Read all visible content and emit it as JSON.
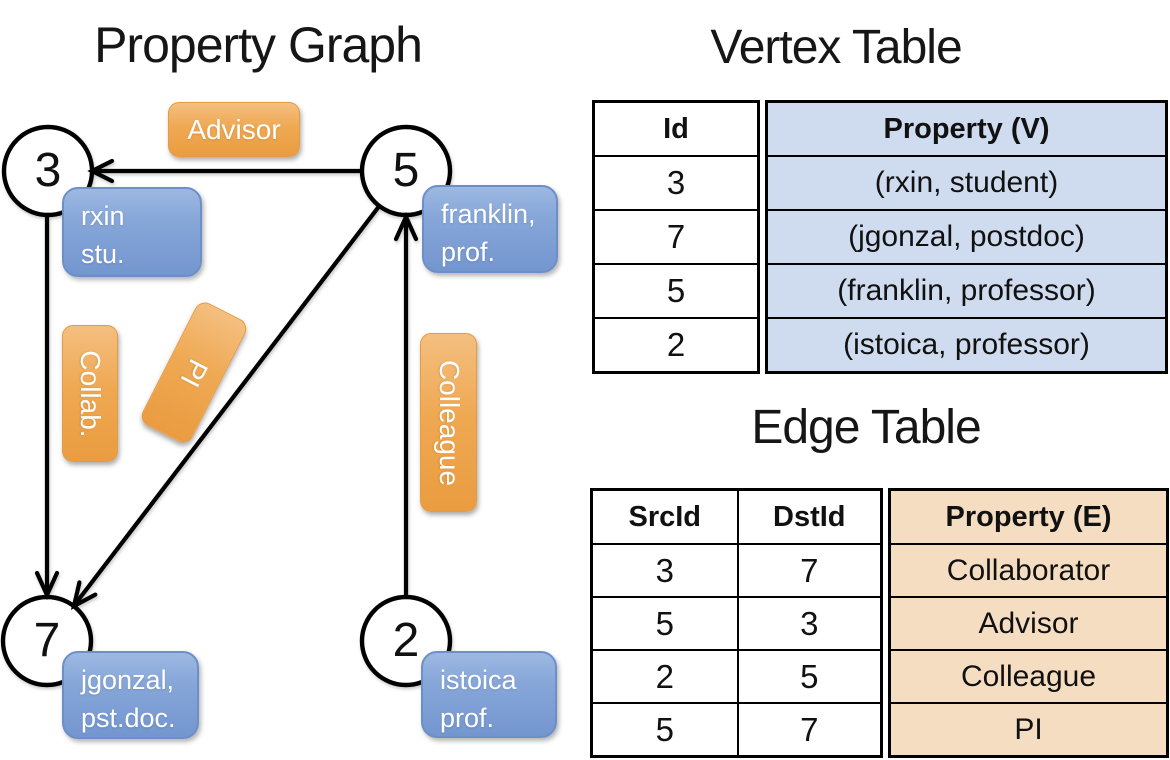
{
  "graph": {
    "title": "Property Graph",
    "nodes": [
      {
        "id": "3",
        "prop_line1": "rxin",
        "prop_line2": "stu."
      },
      {
        "id": "5",
        "prop_line1": "franklin,",
        "prop_line2": "prof."
      },
      {
        "id": "7",
        "prop_line1": "jgonzal,",
        "prop_line2": "pst.doc."
      },
      {
        "id": "2",
        "prop_line1": "istoica",
        "prop_line2": "prof."
      }
    ],
    "edges": [
      {
        "label": "Advisor",
        "src": "5",
        "dst": "3"
      },
      {
        "label": "Collab.",
        "src": "3",
        "dst": "7"
      },
      {
        "label": "PI",
        "src": "5",
        "dst": "7"
      },
      {
        "label": "Colleague",
        "src": "2",
        "dst": "5"
      }
    ]
  },
  "vertex_table": {
    "title": "Vertex Table",
    "columns": {
      "id": "Id",
      "property": "Property (V)"
    },
    "rows": [
      {
        "id": "3",
        "property": "(rxin, student)"
      },
      {
        "id": "7",
        "property": "(jgonzal, postdoc)"
      },
      {
        "id": "5",
        "property": "(franklin, professor)"
      },
      {
        "id": "2",
        "property": "(istoica, professor)"
      }
    ]
  },
  "edge_table": {
    "title": "Edge Table",
    "columns": {
      "src": "SrcId",
      "dst": "DstId",
      "property": "Property (E)"
    },
    "rows": [
      {
        "src": "3",
        "dst": "7",
        "property": "Collaborator"
      },
      {
        "src": "5",
        "dst": "3",
        "property": "Advisor"
      },
      {
        "src": "2",
        "dst": "5",
        "property": "Colleague"
      },
      {
        "src": "5",
        "dst": "7",
        "property": "PI"
      }
    ]
  },
  "colors": {
    "edge_label_orange": "#EFA953",
    "node_property_blue": "#87A7D9",
    "vertex_property_column_bg": "#CFDBEE",
    "edge_property_column_bg": "#F5DDC2",
    "line_color": "#000000",
    "node_fill": "#FFFFFF"
  }
}
